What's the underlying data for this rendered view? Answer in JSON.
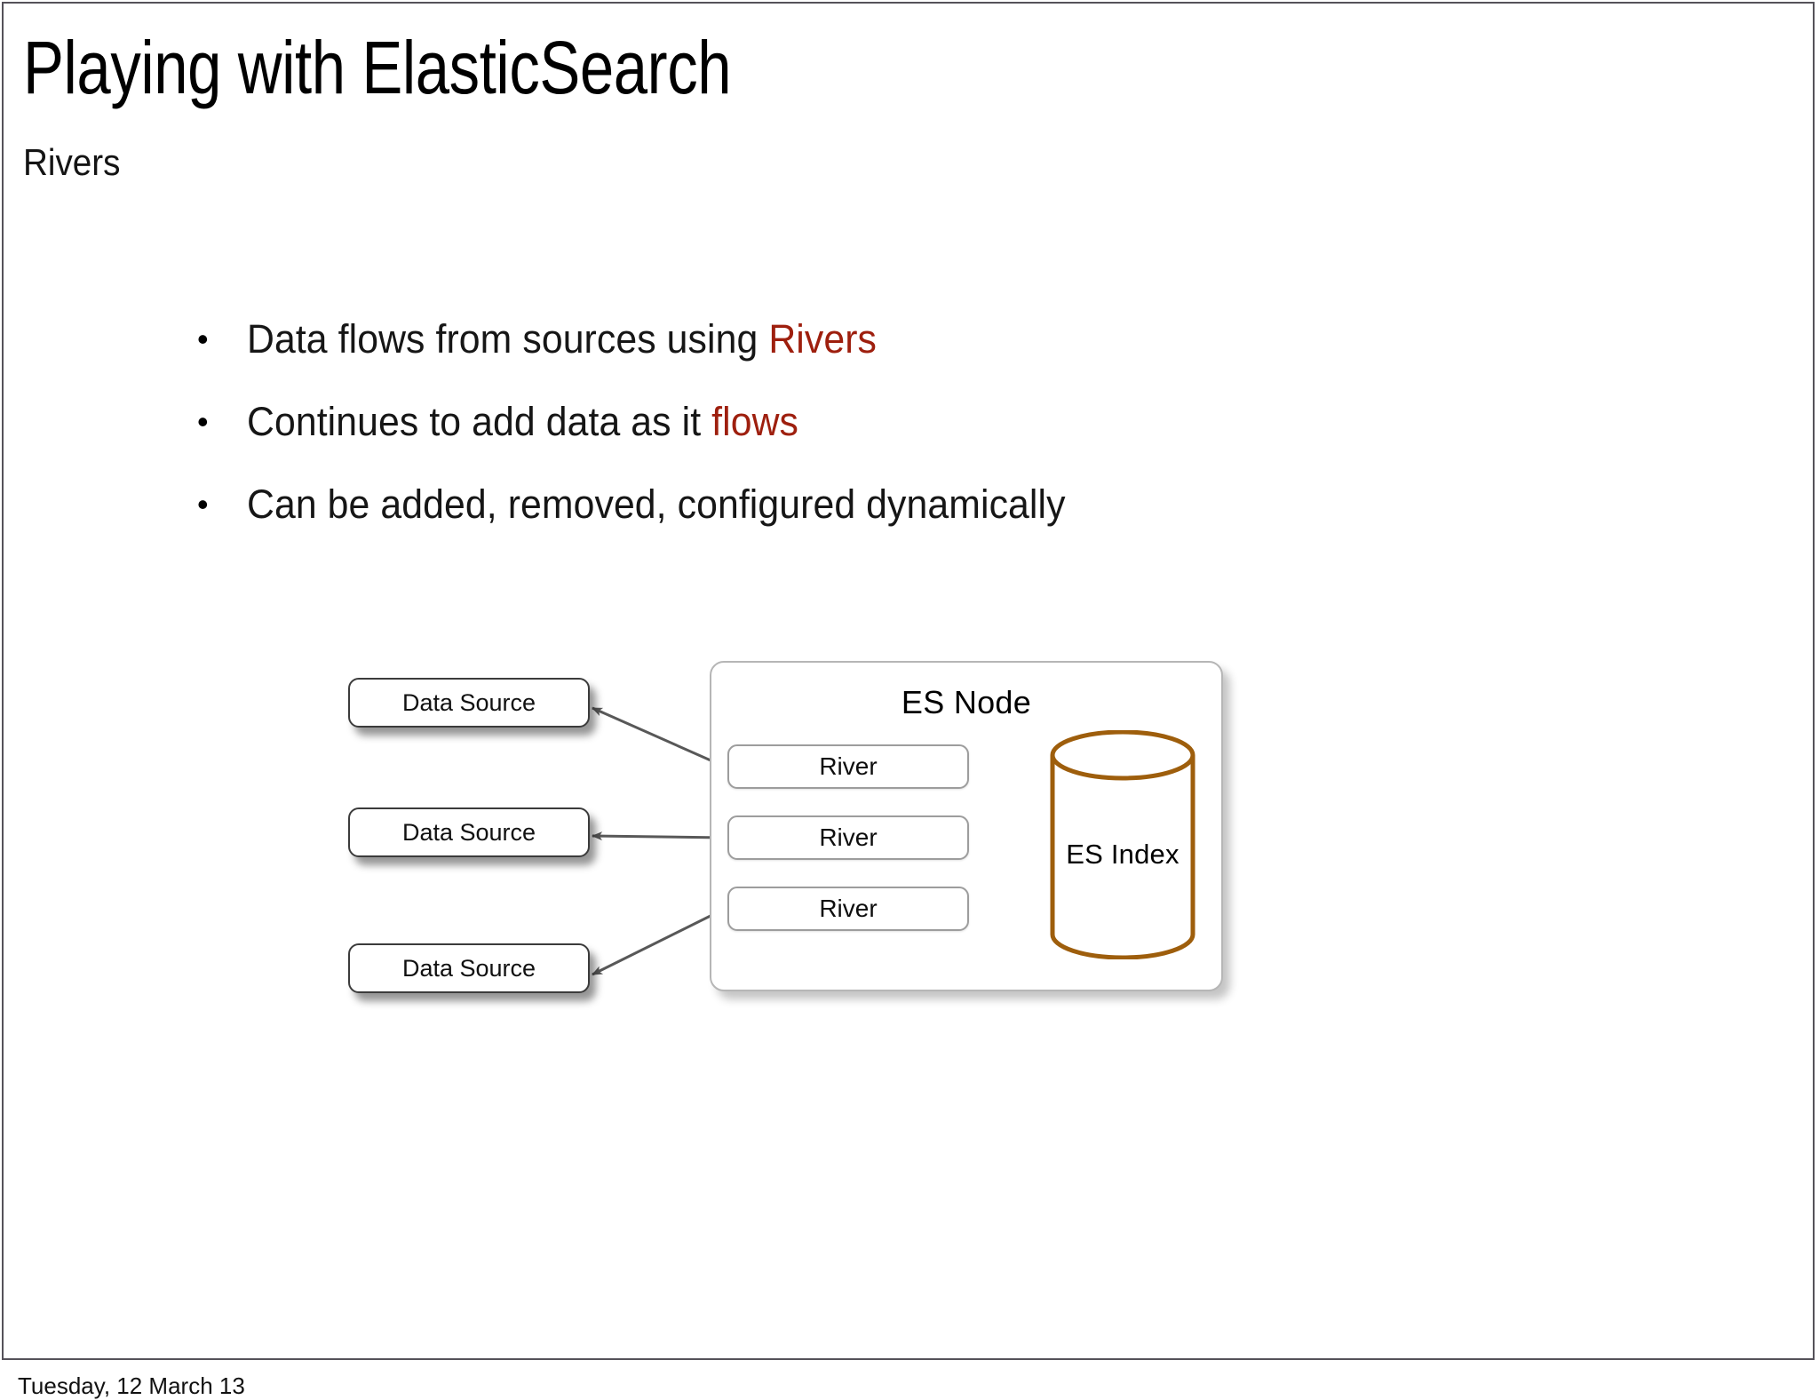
{
  "slide": {
    "title": "Playing with ElasticSearch",
    "subtitle": "Rivers",
    "accent_color": "#9e1f0e",
    "cylinder_color": "#9e5e0c"
  },
  "bullets": [
    {
      "marker": "•",
      "text_before": "Data flows from sources using ",
      "highlight": "Rivers",
      "text_after": ""
    },
    {
      "marker": "•",
      "text_before": "Continues to add data as it ",
      "highlight": "flows",
      "text_after": ""
    },
    {
      "marker": "•",
      "text_before": "Can be added, removed, configured dynamically",
      "highlight": "",
      "text_after": ""
    }
  ],
  "diagram": {
    "data_sources": [
      {
        "label": "Data Source"
      },
      {
        "label": "Data Source"
      },
      {
        "label": "Data Source"
      }
    ],
    "es_node": {
      "title": "ES Node",
      "rivers": [
        {
          "label": "River"
        },
        {
          "label": "River"
        },
        {
          "label": "River"
        }
      ],
      "index": {
        "label": "ES Index"
      }
    }
  },
  "footer": {
    "date": "Tuesday, 12 March 13"
  }
}
